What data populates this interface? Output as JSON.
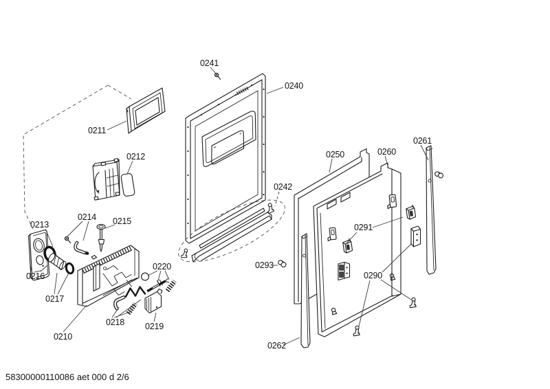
{
  "page": {
    "background": "#ffffff",
    "ink": "#1a1a1a"
  },
  "footer": {
    "text": "58300000110086 aet 000 d 2/6"
  },
  "parts": [
    {
      "id": "0210"
    },
    {
      "id": "0211"
    },
    {
      "id": "0212"
    },
    {
      "id": "0213"
    },
    {
      "id": "0214"
    },
    {
      "id": "0215"
    },
    {
      "id": "0216"
    },
    {
      "id": "0217"
    },
    {
      "id": "0218"
    },
    {
      "id": "0219"
    },
    {
      "id": "0220"
    },
    {
      "id": "0240"
    },
    {
      "id": "0241"
    },
    {
      "id": "0242"
    },
    {
      "id": "0250"
    },
    {
      "id": "0260"
    },
    {
      "id": "0261"
    },
    {
      "id": "0262"
    },
    {
      "id": "0290"
    },
    {
      "id": "0291"
    },
    {
      "id": "0293"
    }
  ]
}
